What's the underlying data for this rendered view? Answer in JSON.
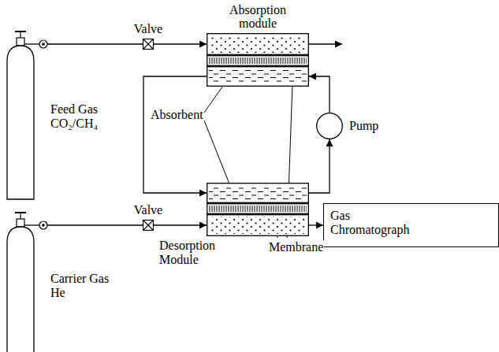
{
  "diagram": {
    "nodes": [
      {
        "text": [
          "Feed Gas CO₂/CH₄"
        ]
      },
      {
        "text": [
          "Valve"
        ]
      },
      {
        "text": [
          "Absorption module"
        ]
      },
      {
        "text": [
          "Pump"
        ]
      },
      {
        "text": [
          "Desorption Module"
        ]
      },
      {
        "text": [
          "Carrier Gas He"
        ]
      },
      {
        "text": [
          "Valve"
        ]
      },
      {
        "text": [
          "Gas Chromatograph"
        ]
      }
    ],
    "edges": [
      {
        "from": 0,
        "to": 1,
        "arrow": "none"
      },
      {
        "from": 1,
        "to": 2,
        "arrow": "to"
      },
      {
        "from": 3,
        "to": 2,
        "arrow": "to"
      },
      {
        "from": 2,
        "to": 4,
        "arrow": "to"
      },
      {
        "from": 4,
        "to": 3,
        "arrow": "to"
      },
      {
        "from": 5,
        "to": 6,
        "arrow": "none"
      },
      {
        "from": 6,
        "to": 4,
        "arrow": "to"
      },
      {
        "from": 4,
        "to": 7,
        "arrow": "to"
      }
    ],
    "labels": [
      "Absorbent",
      "Membrane"
    ]
  }
}
